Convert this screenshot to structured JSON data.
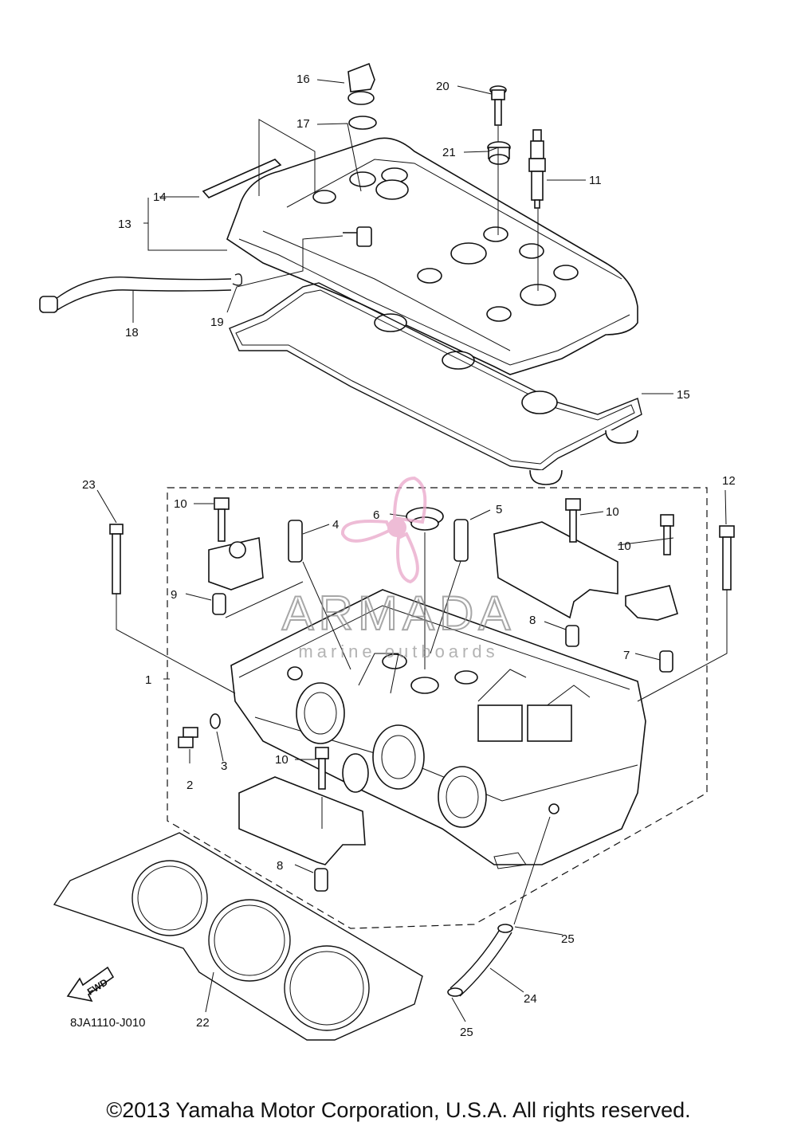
{
  "diagram": {
    "parts": [
      {
        "id": "1",
        "label": "1"
      },
      {
        "id": "2",
        "label": "2"
      },
      {
        "id": "3",
        "label": "3"
      },
      {
        "id": "4",
        "label": "4"
      },
      {
        "id": "5",
        "label": "5"
      },
      {
        "id": "6",
        "label": "6"
      },
      {
        "id": "7",
        "label": "7"
      },
      {
        "id": "8a",
        "label": "8"
      },
      {
        "id": "8b",
        "label": "8"
      },
      {
        "id": "9",
        "label": "9"
      },
      {
        "id": "10a",
        "label": "10"
      },
      {
        "id": "10b",
        "label": "10"
      },
      {
        "id": "10c",
        "label": "10"
      },
      {
        "id": "10d",
        "label": "10"
      },
      {
        "id": "11",
        "label": "11"
      },
      {
        "id": "12",
        "label": "12"
      },
      {
        "id": "13",
        "label": "13"
      },
      {
        "id": "14",
        "label": "14"
      },
      {
        "id": "15",
        "label": "15"
      },
      {
        "id": "16",
        "label": "16"
      },
      {
        "id": "17",
        "label": "17"
      },
      {
        "id": "18",
        "label": "18"
      },
      {
        "id": "19",
        "label": "19"
      },
      {
        "id": "20",
        "label": "20"
      },
      {
        "id": "21",
        "label": "21"
      },
      {
        "id": "22",
        "label": "22"
      },
      {
        "id": "23",
        "label": "23"
      },
      {
        "id": "24",
        "label": "24"
      },
      {
        "id": "25a",
        "label": "25"
      },
      {
        "id": "25b",
        "label": "25"
      }
    ],
    "fwd_label": "FWD",
    "diagram_code": "8JA1110-J010",
    "watermark": {
      "brand": "ARMADA",
      "tagline": "marine outboards",
      "color": "#e9a6c9"
    }
  },
  "footer": {
    "copyright": "©2013 Yamaha Motor Corporation, U.S.A. All rights reserved."
  }
}
